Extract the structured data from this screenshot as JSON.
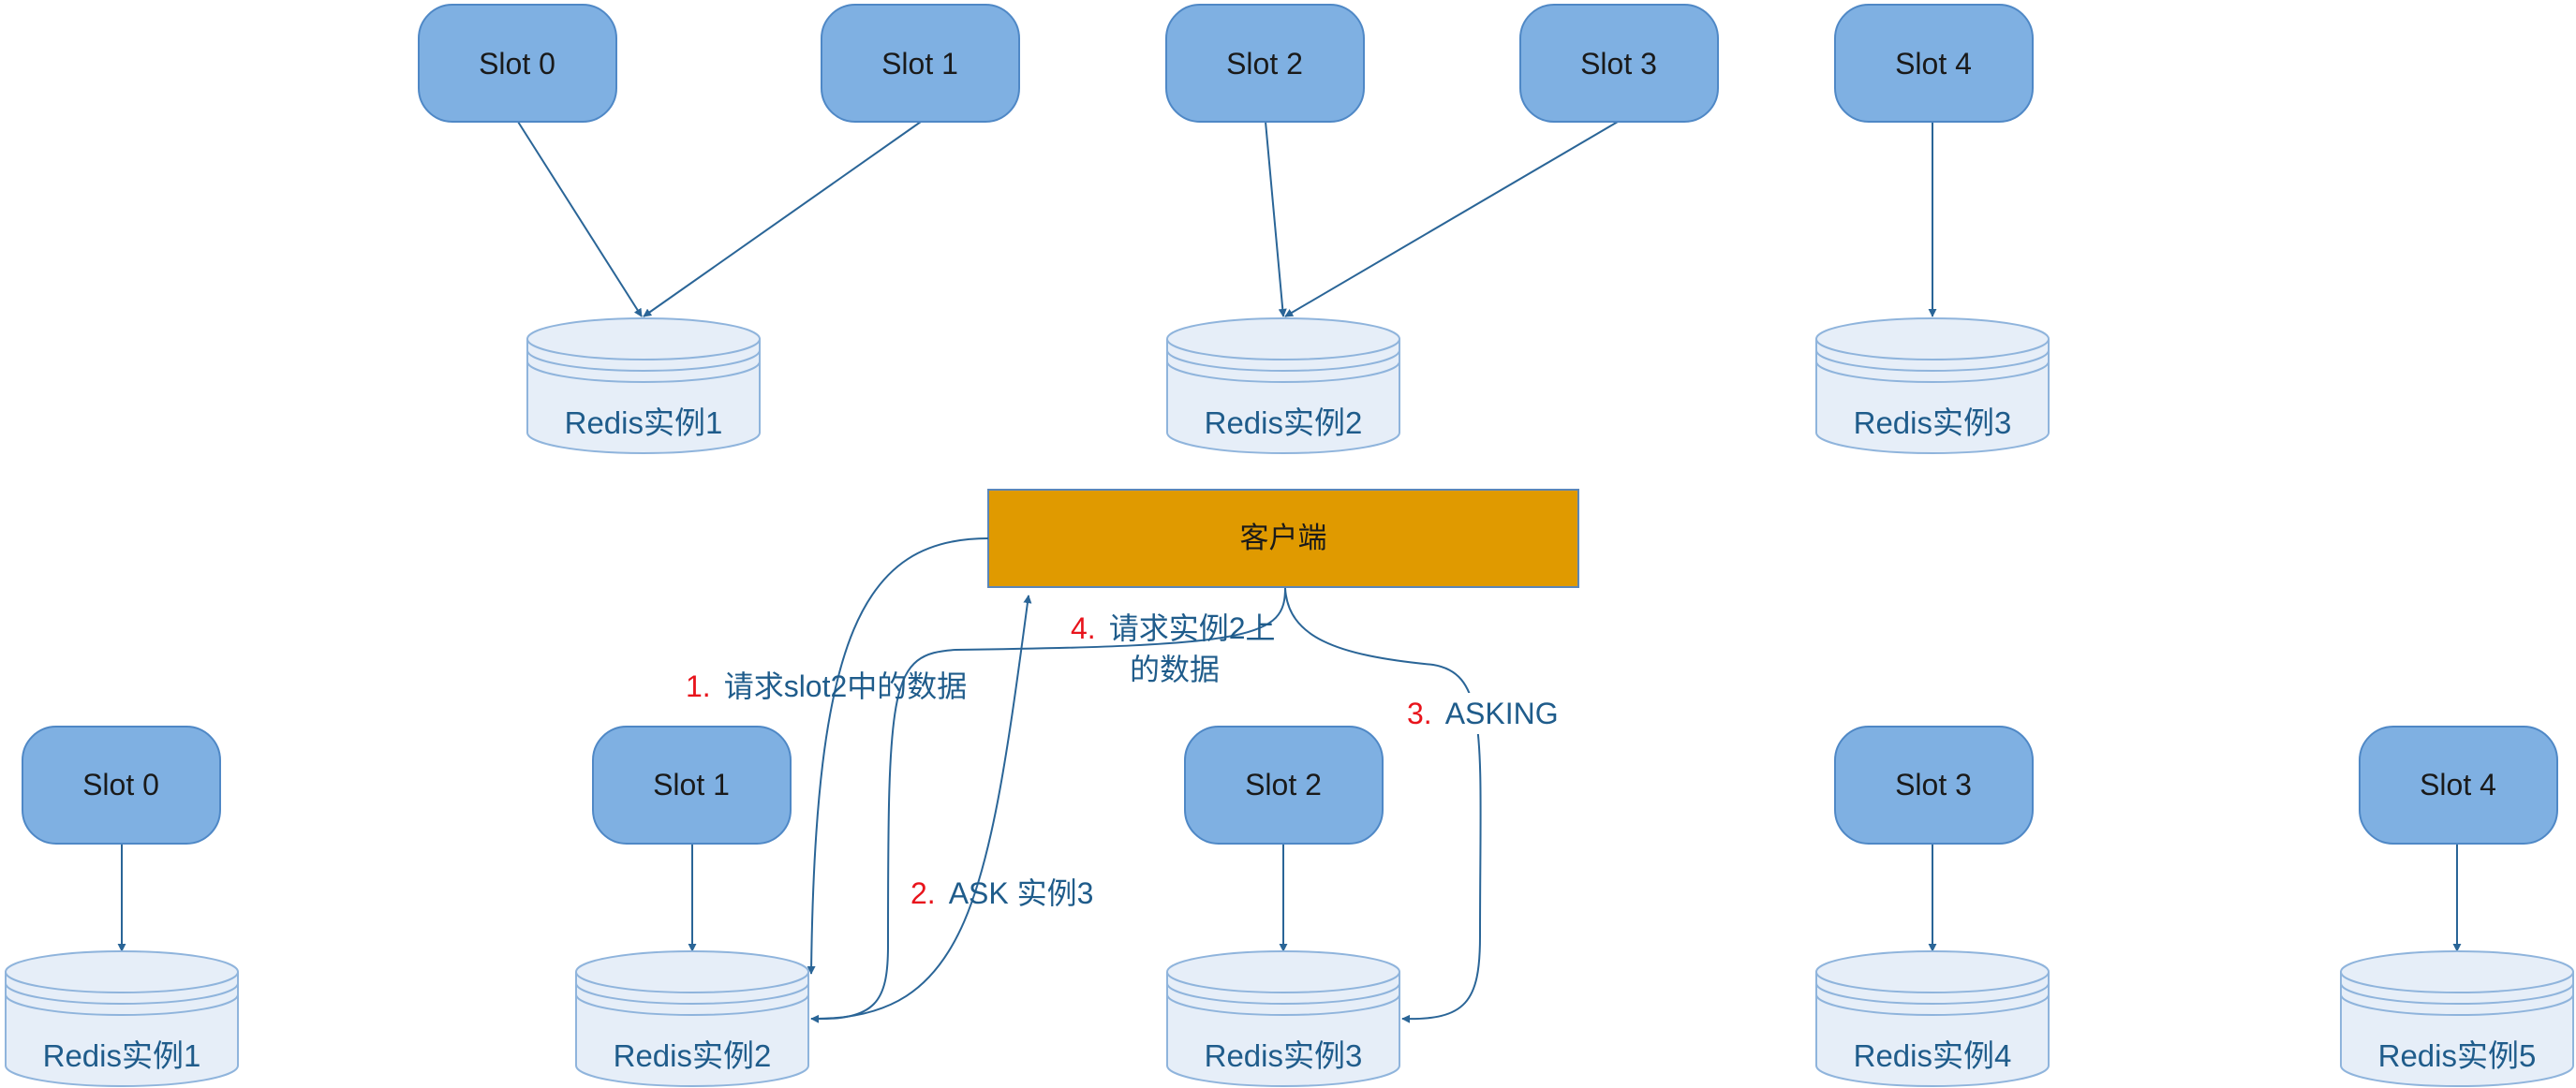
{
  "colors": {
    "slot_fill": "#7fb0e2",
    "slot_stroke": "#4f88c6",
    "db_fill": "#e6eef8",
    "db_stroke": "#8fb4dc",
    "db_text": "#1f5c8b",
    "client_fill": "#e09a00",
    "client_stroke": "#5b86b8",
    "edge": "#2a6597",
    "step_number": "#e8141c",
    "step_text": "#1f5c8b"
  },
  "top_cluster": {
    "slots": [
      "Slot 0",
      "Slot 1",
      "Slot 2",
      "Slot 3",
      "Slot 4"
    ],
    "instances": [
      "Redis实例1",
      "Redis实例2",
      "Redis实例3"
    ]
  },
  "client": {
    "label": "客户端"
  },
  "bottom_cluster": {
    "slots": [
      "Slot 0",
      "Slot 1",
      "Slot 2",
      "Slot 3",
      "Slot 4"
    ],
    "instances": [
      "Redis实例1",
      "Redis实例2",
      "Redis实例3",
      "Redis实例4",
      "Redis实例5"
    ]
  },
  "steps": [
    {
      "number": "1.",
      "text": "请求slot2中的数据"
    },
    {
      "number": "2.",
      "text": "ASK 实例3"
    },
    {
      "number": "3.",
      "text": "ASKING"
    },
    {
      "number": "4.",
      "text": "请求实例2上",
      "text_line2": "的数据"
    }
  ]
}
